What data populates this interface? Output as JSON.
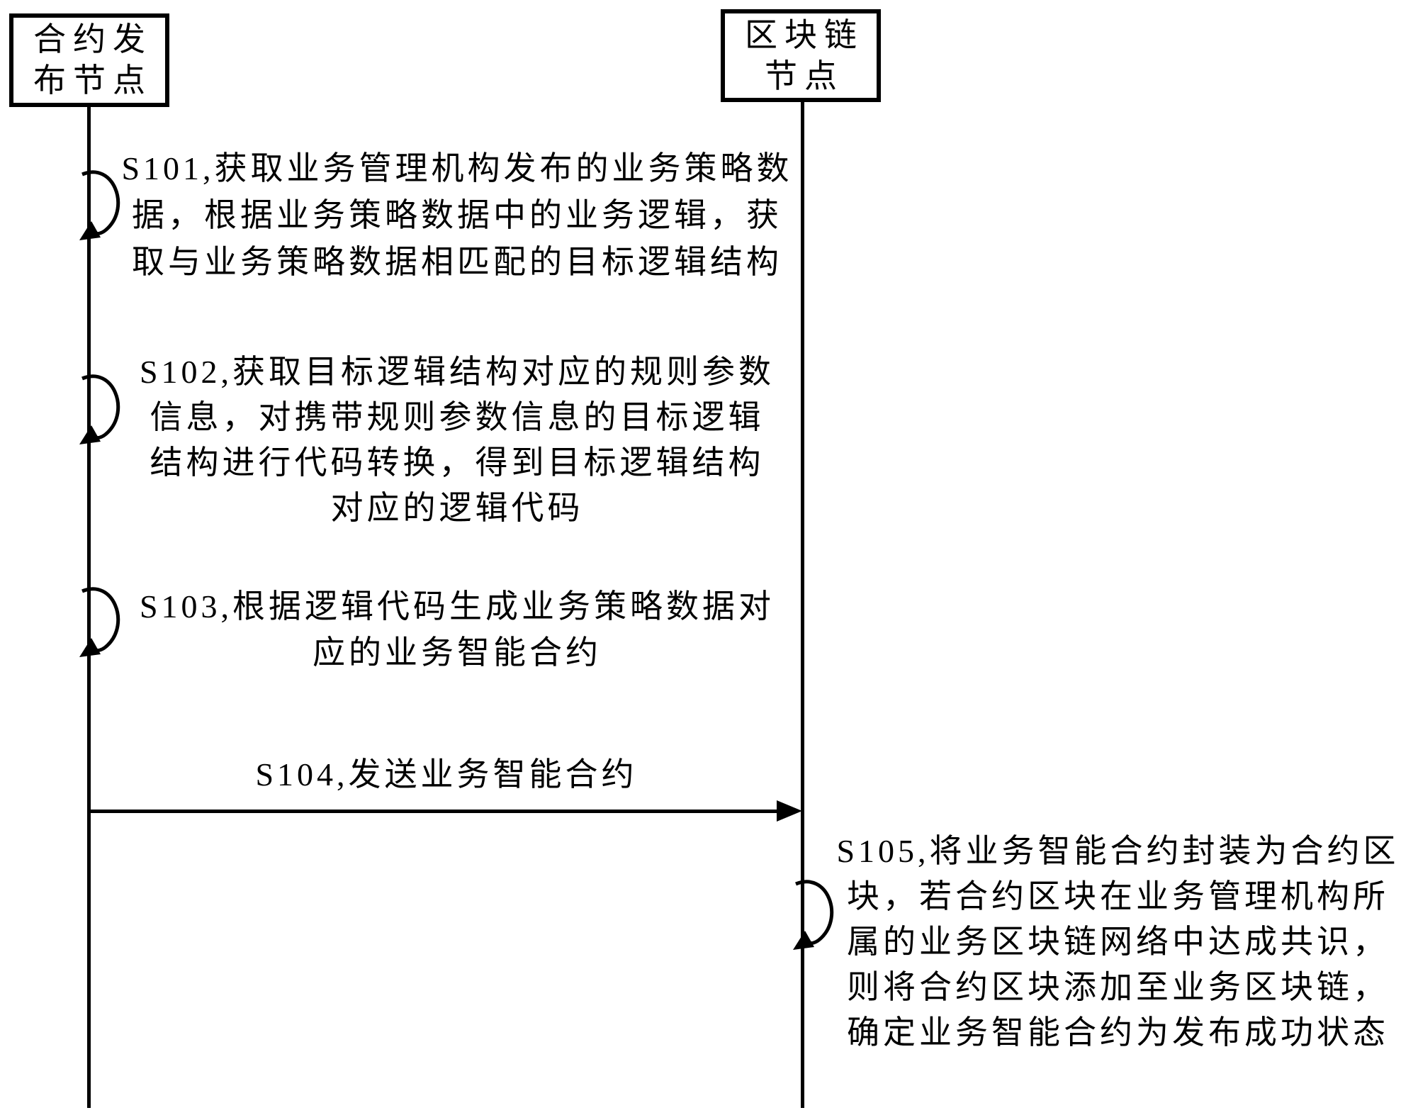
{
  "figure": {
    "type": "sequence-diagram",
    "colors": {
      "ink": "#000000",
      "paper": "#ffffff"
    },
    "actors": {
      "contract_publish_node": {
        "full_name": "合约发布节点",
        "lines": [
          "合约发",
          "布节点"
        ]
      },
      "blockchain_node": {
        "full_name": "区块链节点",
        "lines": [
          "区块链",
          "节点"
        ]
      }
    },
    "messages": {
      "s101": {
        "lines": [
          "S101,获取业务管理机构发布的业务策略数",
          "据，根据业务策略数据中的业务逻辑，获",
          "取与业务策略数据相匹配的目标逻辑结构"
        ],
        "full_text": "S101,获取业务管理机构发布的业务策略数据，根据业务策略数据中的业务逻辑，获取与业务策略数据相匹配的目标逻辑结构"
      },
      "s102": {
        "lines": [
          "S102,获取目标逻辑结构对应的规则参数",
          "信息，对携带规则参数信息的目标逻辑",
          "结构进行代码转换，得到目标逻辑结构",
          "对应的逻辑代码"
        ],
        "full_text": "S102,获取目标逻辑结构对应的规则参数信息，对携带规则参数信息的目标逻辑结构进行代码转换，得到目标逻辑结构对应的逻辑代码"
      },
      "s103": {
        "lines": [
          "S103,根据逻辑代码生成业务策略数据对",
          "应的业务智能合约"
        ],
        "full_text": "S103,根据逻辑代码生成业务策略数据对应的业务智能合约"
      },
      "s104": {
        "label": "S104,发送业务智能合约"
      },
      "s105": {
        "lines": [
          "S105,将业务智能合约封装为合约区",
          "块，若合约区块在业务管理机构所",
          "属的业务区块链网络中达成共识，",
          "则将合约区块添加至业务区块链，",
          "确定业务智能合约为发布成功状态"
        ],
        "full_text": "S105,将业务智能合约封装为合约区块，若合约区块在业务管理机构所属的业务区块链网络中达成共识，则将合约区块添加至业务区块链，确定业务智能合约为发布成功状态"
      }
    }
  }
}
